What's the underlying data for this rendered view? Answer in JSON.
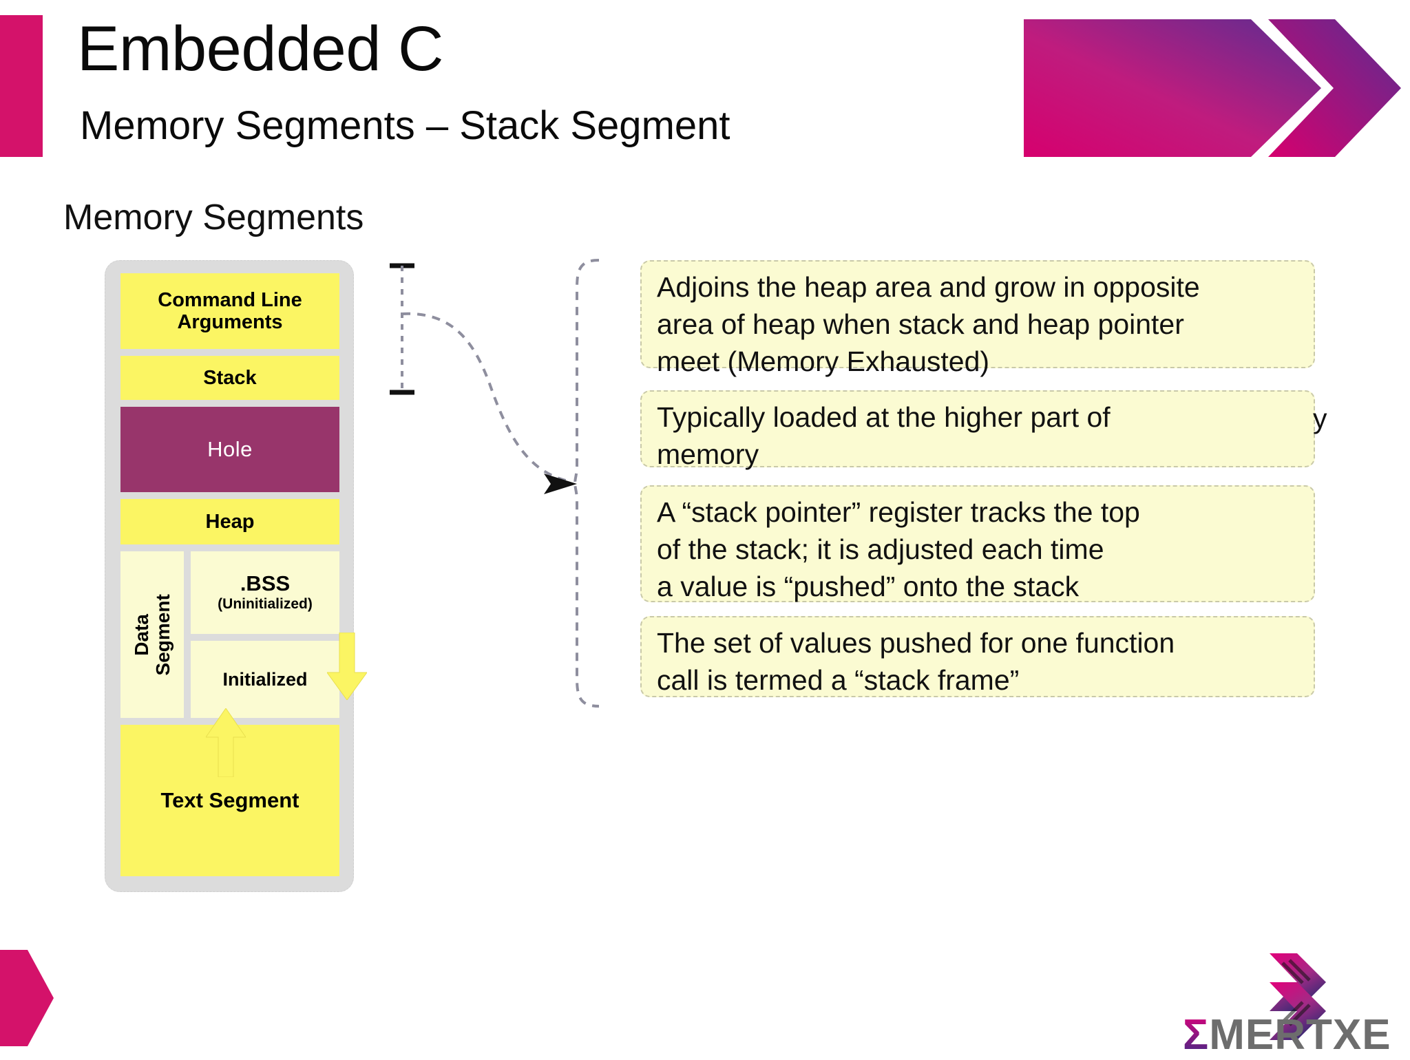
{
  "brand": {
    "pink": "#d4126a",
    "purple": "#5b2d91",
    "magenta": "#c2186f",
    "logo_sigma": "Σ",
    "logo_text": "MERTXE",
    "logo_gray": "#6d6d6d"
  },
  "header": {
    "title": "Embedded C",
    "subtitle": "Memory Segments – Stack Segment",
    "accent_bar_color": "#d4126a",
    "arrow_graphic_name": "header-chevron-arrow"
  },
  "section": {
    "heading": "Memory Segments"
  },
  "memory_diagram": {
    "container_color": "#dcdcdc",
    "blocks": [
      {
        "id": "command-line-arguments",
        "label": "Command Line\nArguments",
        "color": "#fbf563"
      },
      {
        "id": "stack",
        "label": "Stack",
        "color": "#fbf563"
      },
      {
        "id": "hole",
        "label": "Hole",
        "color": "#98356b"
      },
      {
        "id": "heap",
        "label": "Heap",
        "color": "#fbf563"
      },
      {
        "id": "text-segment",
        "label": "Text Segment",
        "color": "#fbf563"
      }
    ],
    "data_segment": {
      "label": "Data\nSegment",
      "color": "#fbfbd2",
      "children": [
        {
          "id": "bss",
          "label": "​.BSS",
          "sublabel": "(Uninitialized)",
          "color": "#fbfbd2"
        },
        {
          "id": "initialized",
          "label": "Initialized",
          "color": "#fbfbd2"
        }
      ]
    },
    "arrows": [
      {
        "id": "stack-grows-down",
        "direction": "down",
        "color": "#fbf563"
      },
      {
        "id": "heap-grows-up",
        "direction": "up",
        "color": "#fbf563"
      }
    ]
  },
  "callouts": [
    {
      "id": "callout-1",
      "text": "Adjoins the heap area and grow in opposite\narea of heap when stack and heap pointer\nmeet  (Memory Exhausted)"
    },
    {
      "id": "callout-2",
      "text": "Typically loaded at the higher part of\nmemory",
      "overflow_glyph": "y"
    },
    {
      "id": "callout-3",
      "text": "A “stack pointer” register tracks the top\nof the stack; it is adjusted each time\na value is “pushed” onto the stack"
    },
    {
      "id": "callout-4",
      "text": "The set of values pushed for one function\ncall is termed a “stack frame”"
    }
  ],
  "callout_style": {
    "fill": "#fbfbd2",
    "border": "#c9c9a8"
  },
  "footer": {
    "accent_shape_name": "footer-pink-arrow",
    "accent_color": "#d4126a"
  }
}
